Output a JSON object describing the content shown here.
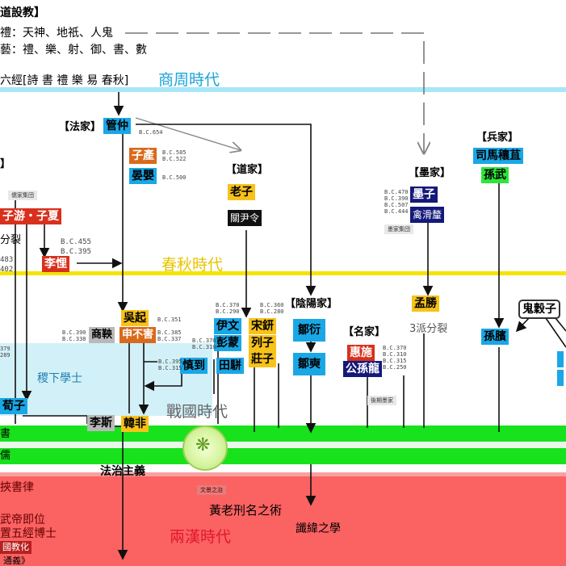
{
  "header": {
    "title": "道設教】",
    "line1": "禮：天神、地祇、人鬼",
    "line2": "藝：禮、樂、射、御、書、數",
    "six_classics": "六經[詩 書 禮 樂 易 春秋]"
  },
  "eras": {
    "shang_zhou": "商周時代",
    "chunqiu": "春秋時代",
    "zhanguo": "戰國時代",
    "han": "兩漢時代"
  },
  "schools": {
    "fa": "【法家】",
    "dao": "【道家】",
    "mo": "【墨家】",
    "bing": "【兵家】",
    "yinyang": "【陰陽家】",
    "ming": "【名家】",
    "left_cut": "】"
  },
  "people": {
    "guanzhong": "管仲",
    "zichan": "子產",
    "yanying": "晏嬰",
    "laozi": "老子",
    "guanyin": "關尹令",
    "mozi": "墨子",
    "qinhuali": "禽滑釐",
    "simarangju": "司馬穰苴",
    "sunwu": "孫武",
    "ziyou_zixia": "子游・子夏",
    "lilei": "李悝",
    "wuqi": "吳起",
    "shenbuhai": "申不害",
    "shangyang": "商鞅",
    "yiwen": "伊文",
    "songxing": "宋鈃",
    "pengmeng": "彭蒙",
    "liezi": "列子",
    "shendao": "慎到",
    "tianpian": "田駢",
    "zhuangzi": "莊子",
    "zouyan": "鄒衍",
    "zouchuan": "鄒奭",
    "huishi": "惠施",
    "gongsunlong": "公孫龍",
    "mengsheng": "孟勝",
    "guiguzi": "鬼穀子",
    "sunbin": "孫臏",
    "xunzi": "荀子",
    "lisi": "李斯",
    "hanfei": "韓非"
  },
  "tags": {
    "ru_group": "儒家集団",
    "mo_group": "墨家集団",
    "houqi_mo": "後期墨家",
    "wendi": "文景之治"
  },
  "labels": {
    "fen_lie": "分裂",
    "san_pai": "3派分裂",
    "jixia": "稷下學士",
    "fazhi": "法治主義",
    "shu_left": "書",
    "ru_left": "儒",
    "xieshulv": "挾書律",
    "wudi": "武帝即位",
    "wujing": "置五經博士",
    "guojiao": "國教化",
    "tongyi": "通義》",
    "huanglao": "黃老刑名之術",
    "chenwei": "讖緯之學"
  },
  "years": {
    "guanzhong": "B.C.654",
    "zichan": "B.C.585\nB.C.522",
    "yanying": "B.C.500",
    "lilei": "B.C.455\nB.C.395",
    "left_mid": "483\n402",
    "mozi": "B.C.470\nB.C.390\nB.C.507\nB.C.444",
    "wuqi": "B.C.351",
    "shenbuhai": "B.C.385\nB.C.337",
    "shangyang": "B.C.390\nB.C.338",
    "yiwen": "B.C.370\nB.C.290",
    "songxing": "B.C.360\nB.C.280",
    "pengmeng": "B.C.370\nB.C.310",
    "shendao": "B.C.395\nB.C.315",
    "huishi": "B.C.370\nB.C.310\nB.C.315\nB.C.250",
    "left_small": "379\n289"
  }
}
